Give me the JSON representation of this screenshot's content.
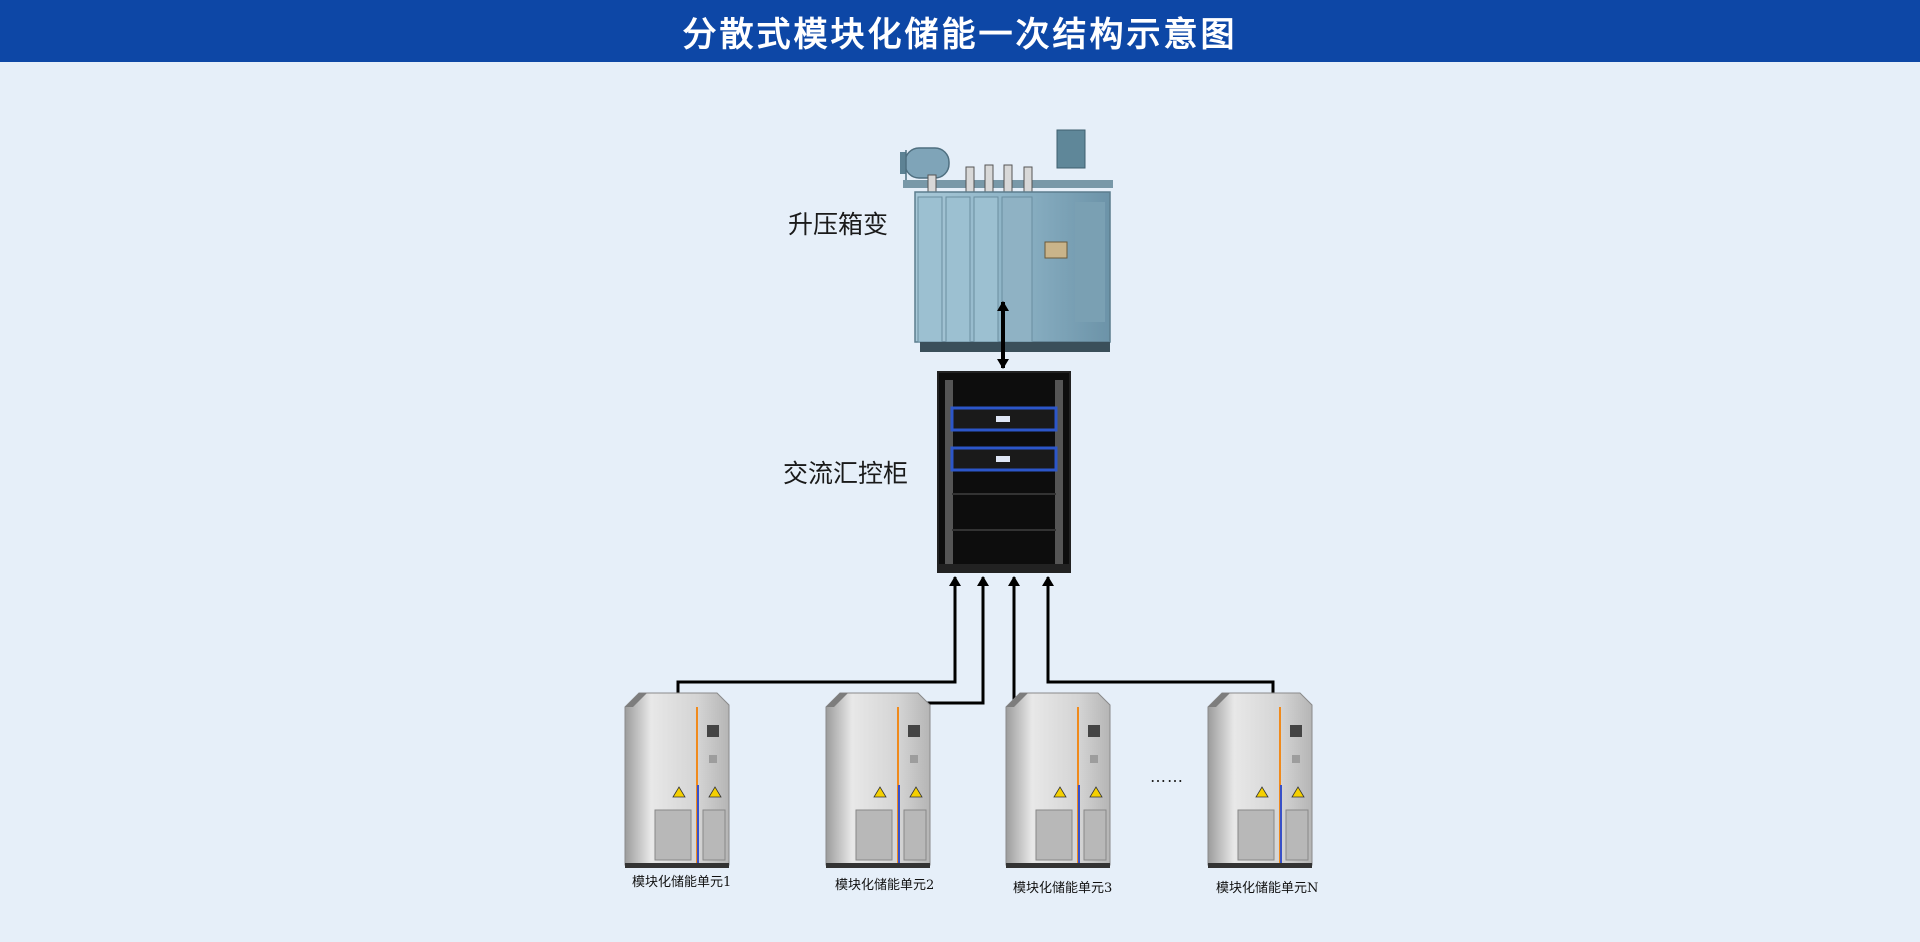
{
  "header": {
    "title": "分散式模块化储能一次结构示意图"
  },
  "nodes": {
    "transformer": {
      "label": "升压箱变"
    },
    "ac_cabinet": {
      "label": "交流汇控柜"
    },
    "units": [
      {
        "label": "模块化储能单元1"
      },
      {
        "label": "模块化储能单元2"
      },
      {
        "label": "模块化储能单元3"
      },
      {
        "label": "模块化储能单元N"
      }
    ],
    "ellipsis": "……"
  },
  "colors": {
    "header_bg": "#0d47a6",
    "page_bg": "#e6eff9",
    "arrow": "#000000",
    "transformer_body": "#8fb4c6",
    "cabinet_body": "#0d0d0d",
    "unit_body": "#d6d6d6"
  }
}
